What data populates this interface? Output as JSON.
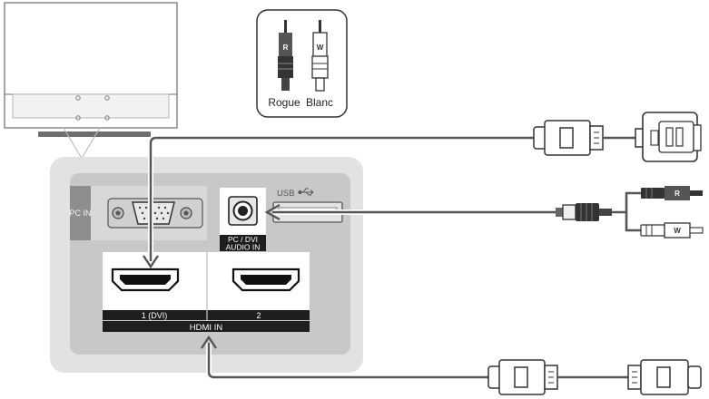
{
  "legend": {
    "red_plug_letter": "R",
    "white_plug_letter": "W",
    "red_label": "Rogue",
    "white_label": "Blanc"
  },
  "panel": {
    "pc_in_label": "PC IN",
    "usb_label": "USB",
    "audio_label_line1": "PC / DVI",
    "audio_label_line2": "AUDIO IN",
    "hdmi_port1_label": "1 (DVI)",
    "hdmi_port2_label": "2",
    "hdmi_group_label": "HDMI IN"
  },
  "cables": {
    "rca_red_letter": "R",
    "rca_white_letter": "W"
  },
  "colors": {
    "panel_outer": "#e2e2e2",
    "panel_inner": "#c8c8c8",
    "label_bar": "#1e1e1e",
    "cable": "#555555",
    "tv_stand": "#6e6e6e"
  }
}
